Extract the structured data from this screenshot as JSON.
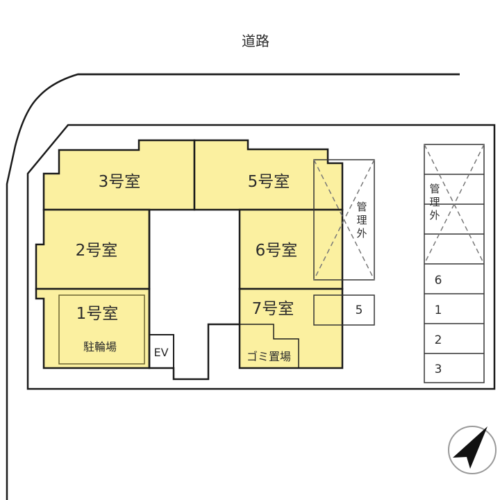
{
  "road": {
    "label": "道路"
  },
  "rooms": [
    {
      "id": "room-3",
      "label": "3号室"
    },
    {
      "id": "room-5",
      "label": "5号室"
    },
    {
      "id": "room-2",
      "label": "2号室"
    },
    {
      "id": "room-6",
      "label": "6号室"
    },
    {
      "id": "room-1",
      "label": "1号室"
    },
    {
      "id": "room-7",
      "label": "7号室"
    }
  ],
  "facilities": {
    "bicycle_parking": "駐輪場",
    "elevator": "EV",
    "garbage_area": "ゴミ置場"
  },
  "out_of_management": {
    "near_building": [
      "管",
      "理",
      "外"
    ],
    "parking_column": [
      "管",
      "理",
      "外"
    ]
  },
  "parking": {
    "near_building_slot": "5",
    "column_slots": [
      "6",
      "1",
      "2",
      "3"
    ]
  },
  "compass": {
    "icon": "north-arrow-icon"
  },
  "colors": {
    "room_fill": "#fbf0a0",
    "line": "#1a1a1a",
    "dashed": "#777777",
    "background": "#ffffff"
  }
}
